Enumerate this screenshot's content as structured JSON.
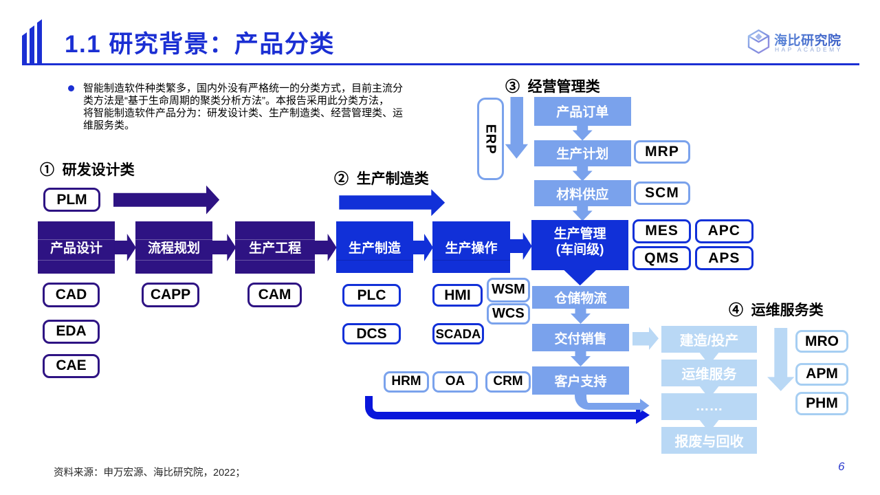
{
  "slide": {
    "title": "1.1 研究背景：产品分类",
    "intro_bullet": "智能制造软件种类繁多，国内外没有严格统一的分类方式，目前主流分\n类方法是“基于生命周期的聚类分析方法”。本报告采用此分类方法，\n将智能制造软件产品分为：研发设计类、生产制造类、经营管理类、运\n维服务类。",
    "source_note": "资料来源：申万宏源、海比研究院，2022；",
    "page_number": "6"
  },
  "logo": {
    "name_cn": "海比研究院",
    "name_en": "HAP ACADEMY",
    "icon": "cube-logo-icon"
  },
  "colors": {
    "title_blue": "#1b2fd3",
    "indigo": "#2e1383",
    "bright_blue": "#1130d8",
    "deep_blue": "#0916db",
    "medium_blue": "#7aa2ec",
    "pale_blue": "#b9d8f5"
  },
  "diagram": {
    "rd": {
      "header": "①  研发设计类",
      "plm": "PLM",
      "flow": [
        "产品设计",
        "流程规划",
        "生产工程"
      ],
      "col1": [
        "CAD",
        "EDA",
        "CAE"
      ],
      "col2": [
        "CAPP"
      ],
      "col3": [
        "CAM"
      ]
    },
    "mfg": {
      "header": "②  生产制造类",
      "flow": [
        "生产制造",
        "生产操作"
      ],
      "col1": [
        "PLC",
        "DCS"
      ],
      "col2": [
        "HMI",
        "SCADA"
      ],
      "side": [
        "WSM",
        "WCS"
      ]
    },
    "mgmt": {
      "header": "③  经营管理类",
      "erp": "ERP",
      "chain": [
        "产品订单",
        "生产计划",
        "材料供应"
      ],
      "hub": "生产管理\n(车间级)",
      "chain2": [
        "仓储物流",
        "交付销售",
        "客户支持"
      ],
      "plan_tools": [
        "MRP",
        "SCM"
      ],
      "hub_tools": [
        "MES",
        "APC",
        "QMS",
        "APS"
      ],
      "office_tools": [
        "HRM",
        "OA",
        "CRM"
      ]
    },
    "ops": {
      "header": "④  运维服务类",
      "chain": [
        "建造/投产",
        "运维服务",
        "……",
        "报废与回收"
      ],
      "tools": [
        "MRO",
        "APM",
        "PHM"
      ]
    }
  }
}
